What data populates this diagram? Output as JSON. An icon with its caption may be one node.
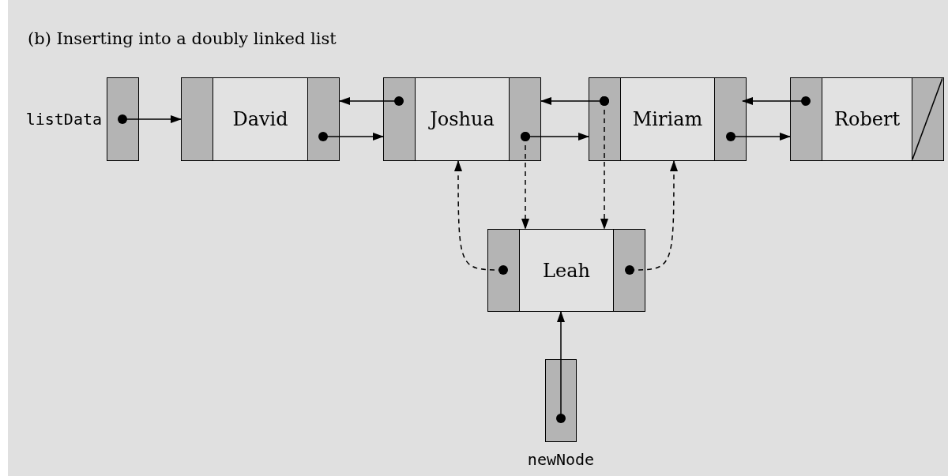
{
  "diagram": {
    "title": "(b) Inserting into a doubly linked list",
    "nodes": [
      {
        "text": [],
        "shape": "box",
        "beside": [
          "listData"
        ]
      },
      {
        "text": [
          "David"
        ]
      },
      {
        "text": [
          "Joshua"
        ]
      },
      {
        "text": [
          "Miriam"
        ]
      },
      {
        "text": [
          "Robert"
        ]
      },
      {
        "text": [
          "Leah"
        ]
      },
      {
        "text": [],
        "shape": "box",
        "beside": [
          "newNode"
        ]
      }
    ],
    "edges": [
      {
        "from": 0,
        "to": 1,
        "arrow": "to"
      },
      {
        "from": 1,
        "to": 2,
        "arrow": "to"
      },
      {
        "from": 2,
        "to": 1,
        "arrow": "to"
      },
      {
        "from": 2,
        "to": 3,
        "arrow": "to"
      },
      {
        "from": 3,
        "to": 2,
        "arrow": "to"
      },
      {
        "from": 3,
        "to": 4,
        "arrow": "to"
      },
      {
        "from": 4,
        "to": 3,
        "arrow": "to"
      },
      {
        "from": 2,
        "to": 5,
        "arrow": "to",
        "style": "dashed"
      },
      {
        "from": 3,
        "to": 5,
        "arrow": "to",
        "style": "dashed"
      },
      {
        "from": 5,
        "to": 2,
        "arrow": "to",
        "style": "dashed"
      },
      {
        "from": 5,
        "to": 3,
        "arrow": "to",
        "style": "dashed"
      },
      {
        "from": 6,
        "to": 5,
        "arrow": "to"
      }
    ]
  }
}
